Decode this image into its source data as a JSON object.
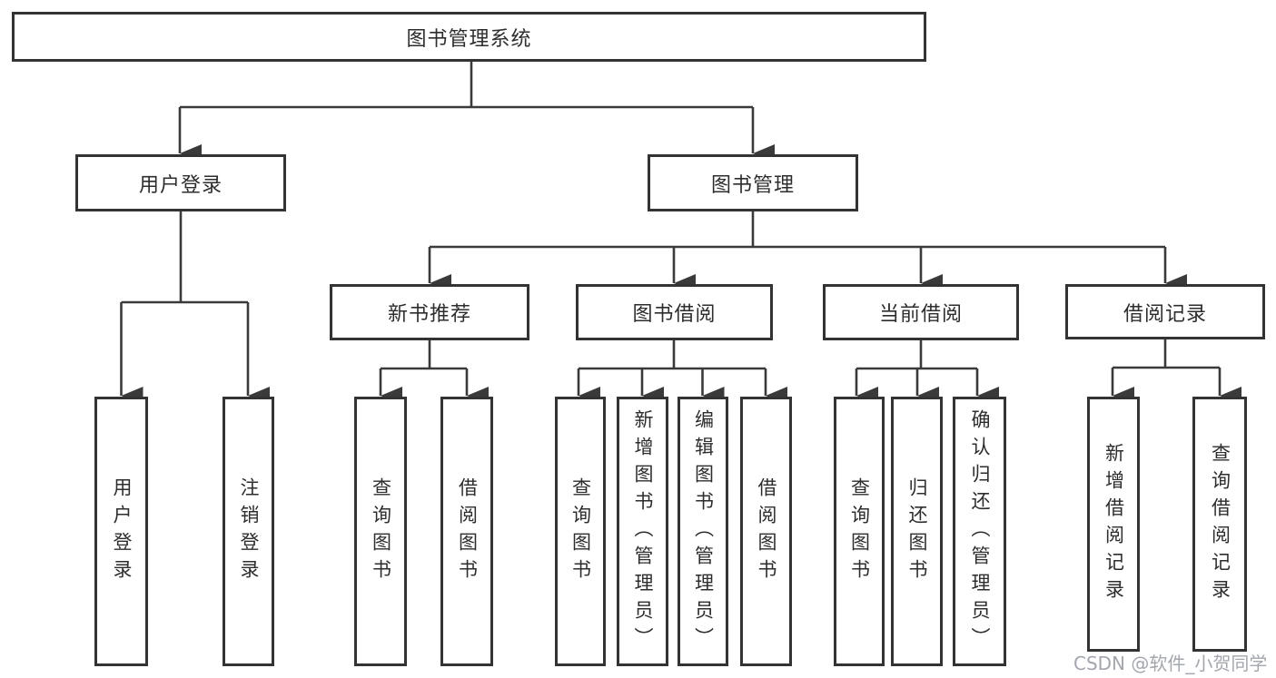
{
  "title_node": "图书管理系统",
  "branches": {
    "user_login": {
      "label": "用户登录",
      "children": [
        "用户登录",
        "注销登录"
      ]
    },
    "book_mgmt": {
      "label": "图书管理"
    },
    "new_book": {
      "label": "新书推荐",
      "children": [
        "查询图书",
        "借阅图书"
      ]
    },
    "book_borrow": {
      "label": "图书借阅",
      "children": [
        "查询图书",
        "新增图书（管理员）",
        "编辑图书（管理员）",
        "借阅图书"
      ]
    },
    "current_borrow": {
      "label": "当前借阅",
      "children": [
        "查询图书",
        "归还图书",
        "确认归还（管理员）"
      ]
    },
    "borrow_record": {
      "label": "借阅记录",
      "children": [
        "新增借阅记录",
        "查询借阅记录"
      ]
    }
  },
  "watermark": "CSDN @软件_小贺同学",
  "colors": {
    "line": "#3a3a3a",
    "border": "#333333",
    "text": "#2d2d2d",
    "background": "#ffffff",
    "watermark": "#a2a6ae"
  }
}
